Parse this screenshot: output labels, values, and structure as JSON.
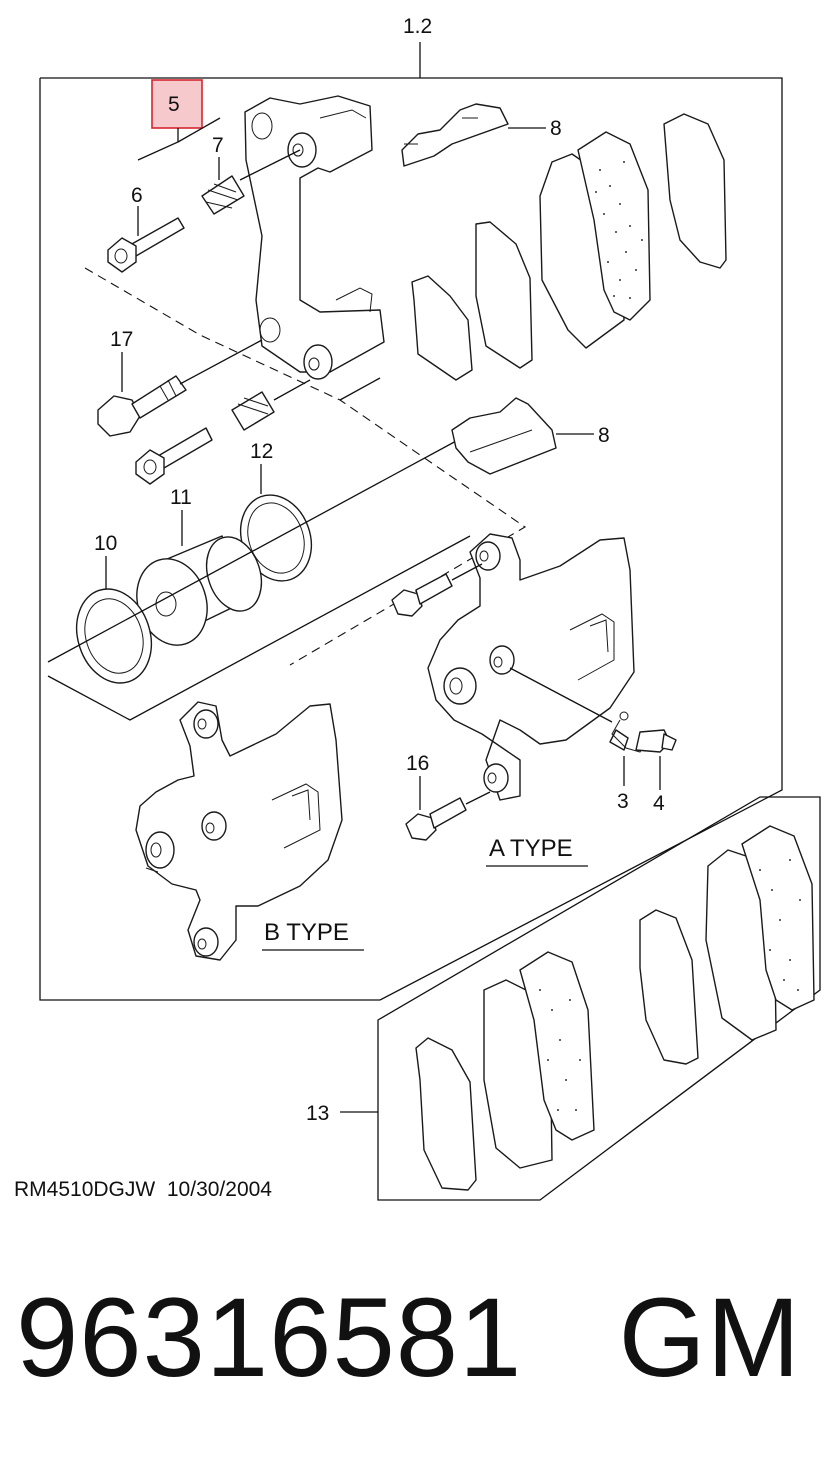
{
  "diagram": {
    "assembly_label": "1.2",
    "highlighted_label": "5",
    "highlight_color": "#d6262d",
    "highlight_fill": "#f6c9cc",
    "labels": {
      "p3": "3",
      "p4": "4",
      "p6": "6",
      "p7": "7",
      "p8_top": "8",
      "p8_bottom": "8",
      "p10": "10",
      "p11": "11",
      "p12": "12",
      "p13": "13",
      "p16": "16",
      "p17": "17"
    },
    "type_a": "A TYPE",
    "type_b": "B TYPE"
  },
  "footer": {
    "code": "RM4510DGJW",
    "date": "10/30/2004"
  },
  "part_number": "96316581",
  "brand": "GM"
}
